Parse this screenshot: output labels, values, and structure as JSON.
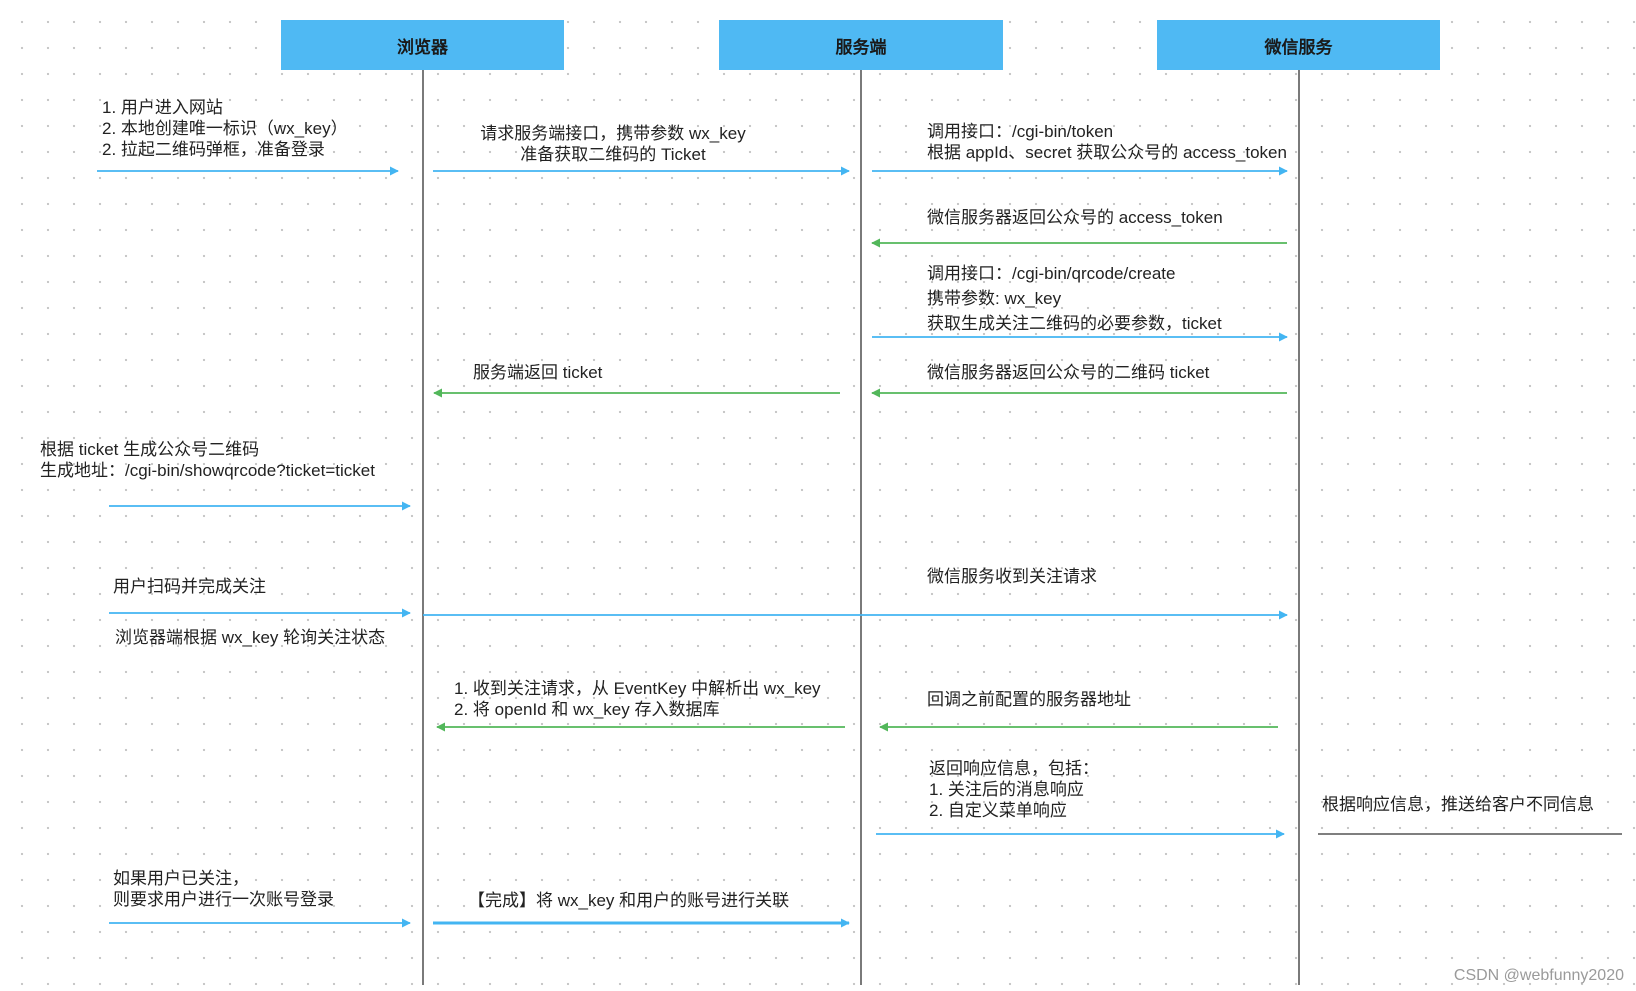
{
  "lanes": [
    "浏览器",
    "服务端",
    "微信服务"
  ],
  "colors": {
    "request": "#43b5f2",
    "response": "#52b75a",
    "lane": "#4fb9f3",
    "lifeline": "#333333"
  },
  "messages": [
    {
      "lines": [
        "1. 用户进入网站",
        "2. 本地创建唯一标识（wx_key）",
        "2. 拉起二维码弹框，准备登录"
      ]
    },
    {
      "lines": [
        "请求服务端接口，携带参数 wx_key",
        "准备获取二维码的 Ticket"
      ]
    },
    {
      "lines": [
        "调用接口：/cgi-bin/token",
        "根据 appId、secret 获取公众号的 access_token"
      ]
    },
    {
      "lines": [
        "微信服务器返回公众号的 access_token"
      ]
    },
    {
      "lines": [
        "调用接口：/cgi-bin/qrcode/create",
        "携带参数: wx_key",
        "获取生成关注二维码的必要参数，ticket"
      ]
    },
    {
      "lines": [
        "服务端返回 ticket"
      ]
    },
    {
      "lines": [
        "微信服务器返回公众号的二维码 ticket"
      ]
    },
    {
      "lines": [
        "根据 ticket 生成公众号二维码",
        "生成地址：/cgi-bin/showqrcode?ticket=ticket"
      ]
    },
    {
      "lines": [
        "用户扫码并完成关注"
      ]
    },
    {
      "lines": [
        "微信服务收到关注请求"
      ]
    },
    {
      "lines": [
        "浏览器端根据 wx_key 轮询关注状态"
      ]
    },
    {
      "lines": [
        "1. 收到关注请求，从 EventKey 中解析出 wx_key",
        "2. 将 openId 和 wx_key 存入数据库"
      ]
    },
    {
      "lines": [
        "回调之前配置的服务器地址"
      ]
    },
    {
      "lines": [
        "返回响应信息，包括：",
        "1. 关注后的消息响应",
        "2. 自定义菜单响应"
      ]
    },
    {
      "lines": [
        "根据响应信息，推送给客户不同信息"
      ]
    },
    {
      "lines": [
        "如果用户已关注，",
        "则要求用户进行一次账号登录"
      ]
    },
    {
      "lines": [
        "【完成】将 wx_key 和用户的账号进行关联"
      ]
    }
  ],
  "watermark": "CSDN @webfunny2020"
}
